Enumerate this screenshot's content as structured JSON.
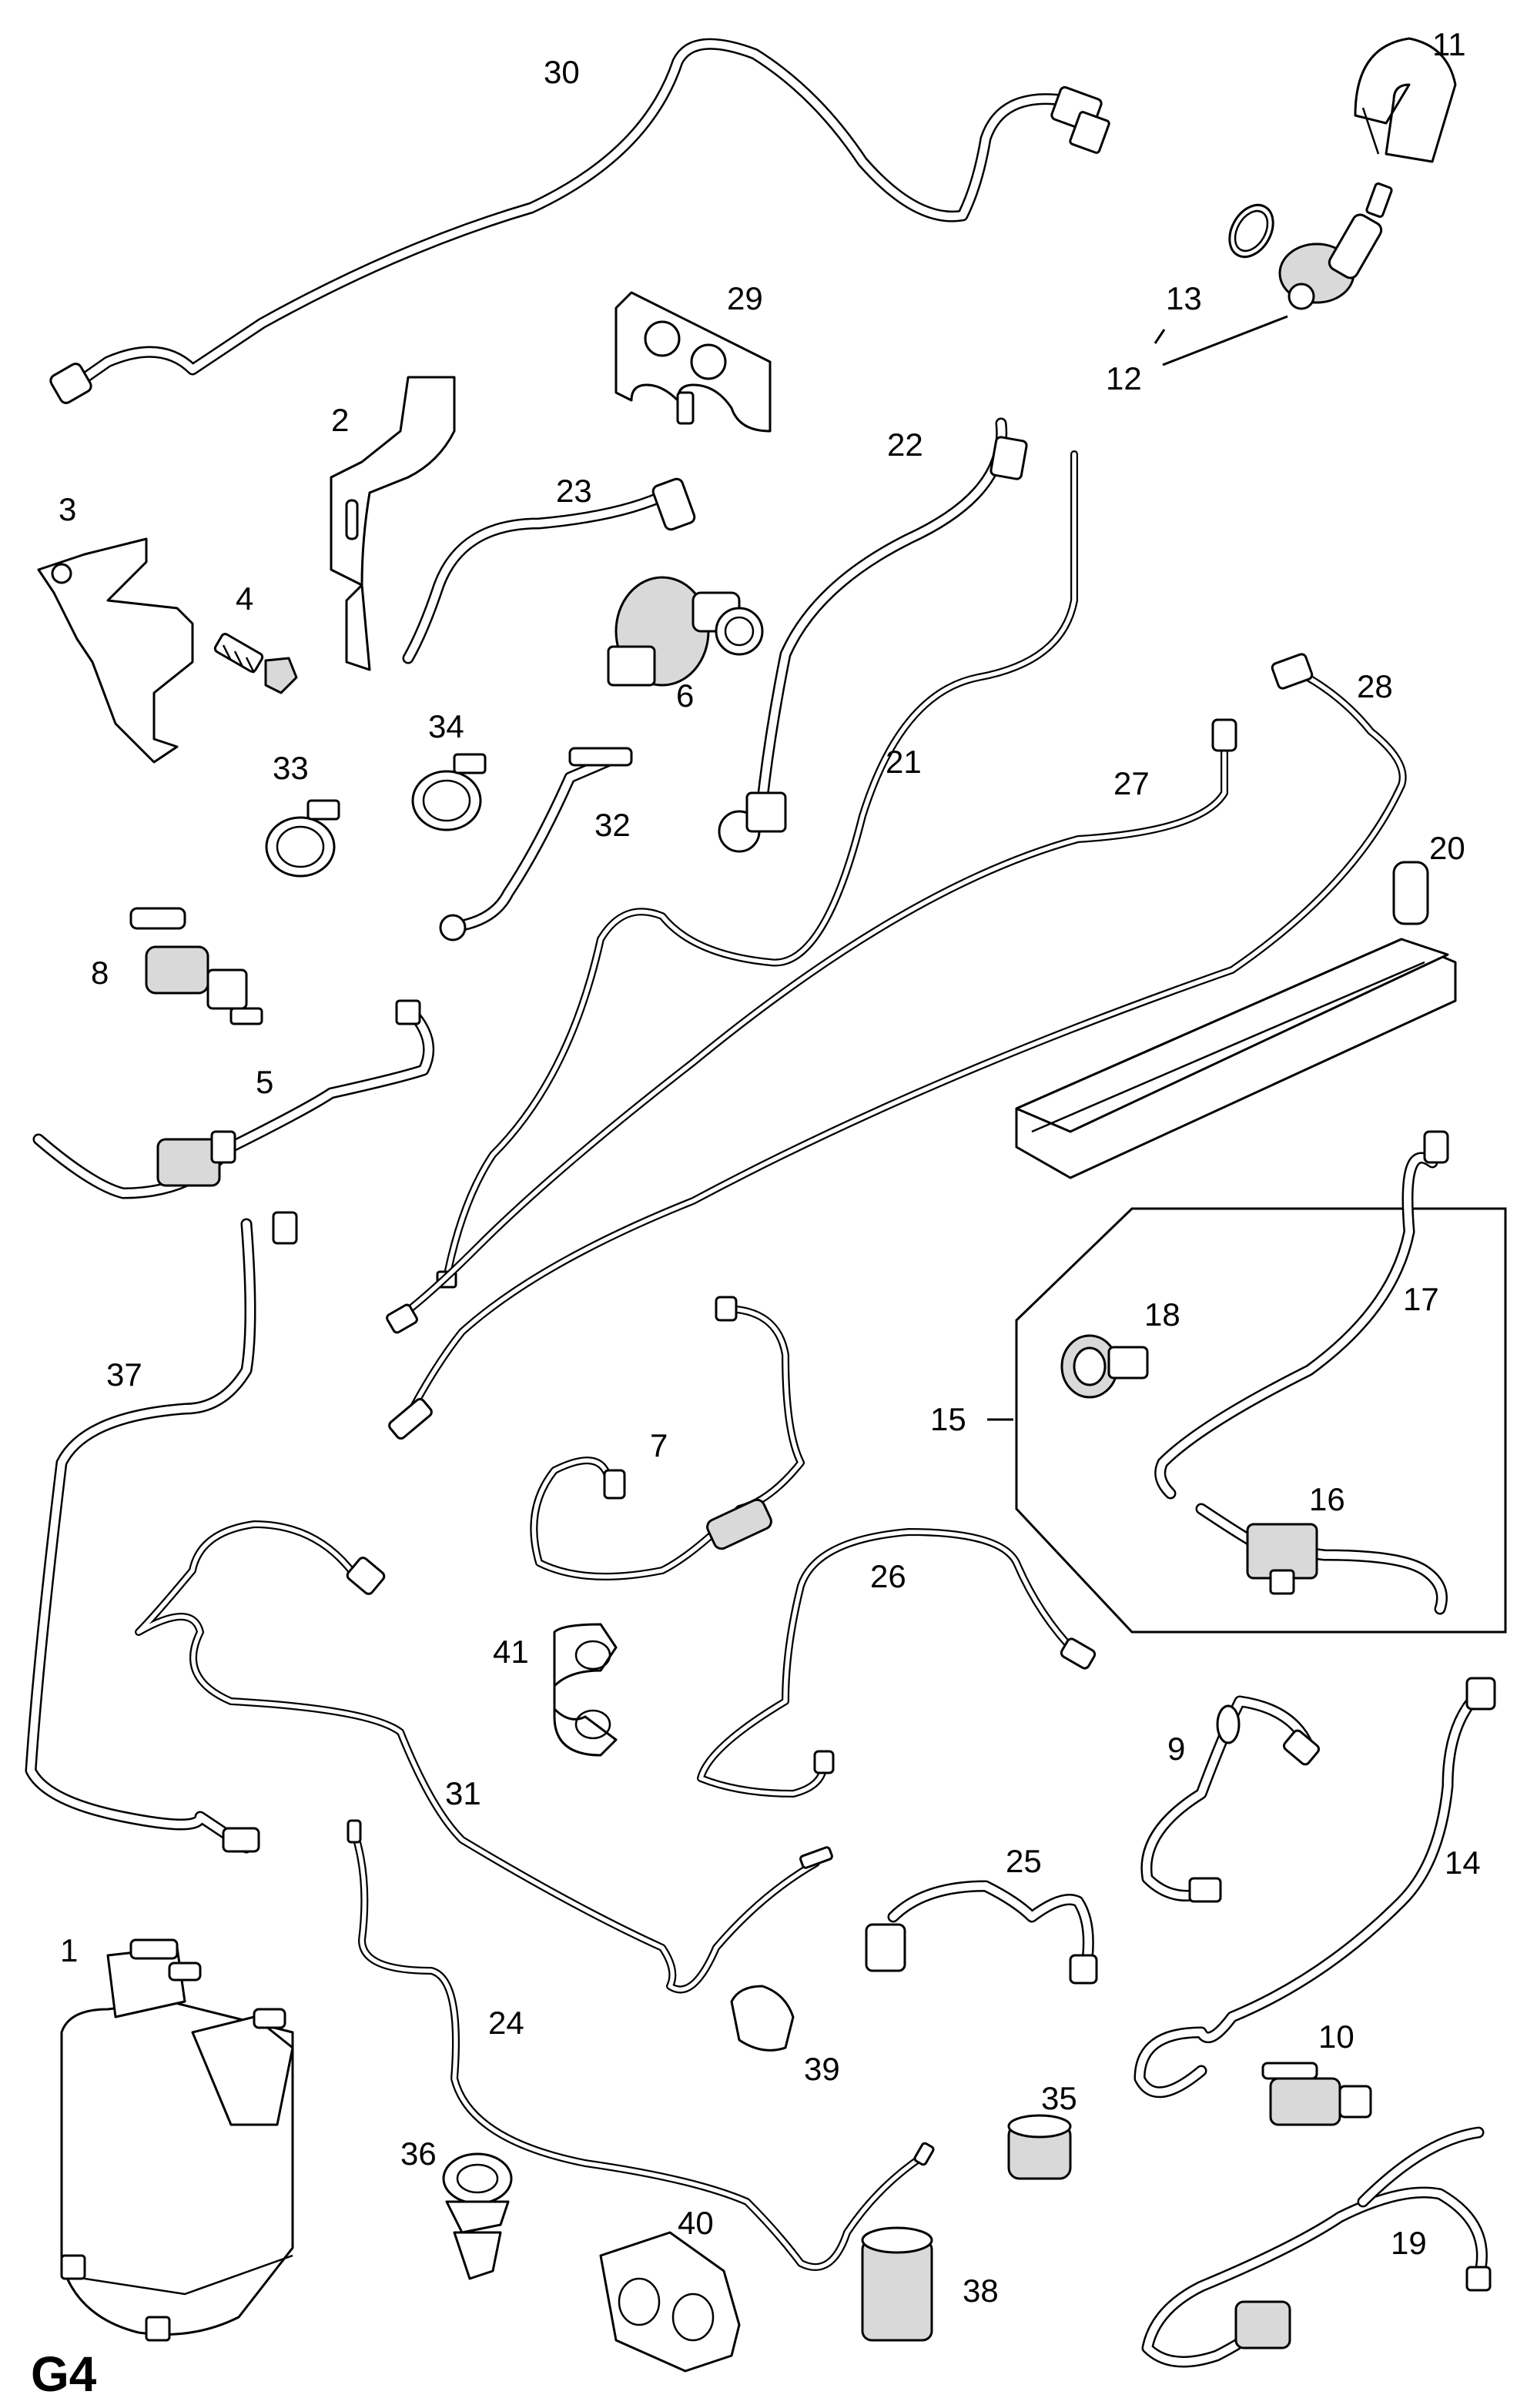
{
  "sheet_label": "G4",
  "callouts": {
    "p1": "1",
    "p2": "2",
    "p3": "3",
    "p4": "4",
    "p5": "5",
    "p6": "6",
    "p7": "7",
    "p8": "8",
    "p9": "9",
    "p10": "10",
    "p11": "11",
    "p12": "12",
    "p13": "13",
    "p14": "14",
    "p15": "15",
    "p16": "16",
    "p17": "17",
    "p18": "18",
    "p19": "19",
    "p20": "20",
    "p21": "21",
    "p22": "22",
    "p23": "23",
    "p24": "24",
    "p25": "25",
    "p26": "26",
    "p27": "27",
    "p28": "28",
    "p29": "29",
    "p30": "30",
    "p31": "31",
    "p32": "32",
    "p33": "33",
    "p34": "34",
    "p35": "35",
    "p36": "36",
    "p37": "37",
    "p38": "38",
    "p39": "39",
    "p40": "40",
    "p41": "41"
  },
  "icons": {
    "brackets": "sheet-metal-bracket-icon",
    "clips": "hose-clip-icon",
    "valves": "solenoid-valve-icon",
    "canister": "charcoal-canister-icon"
  }
}
